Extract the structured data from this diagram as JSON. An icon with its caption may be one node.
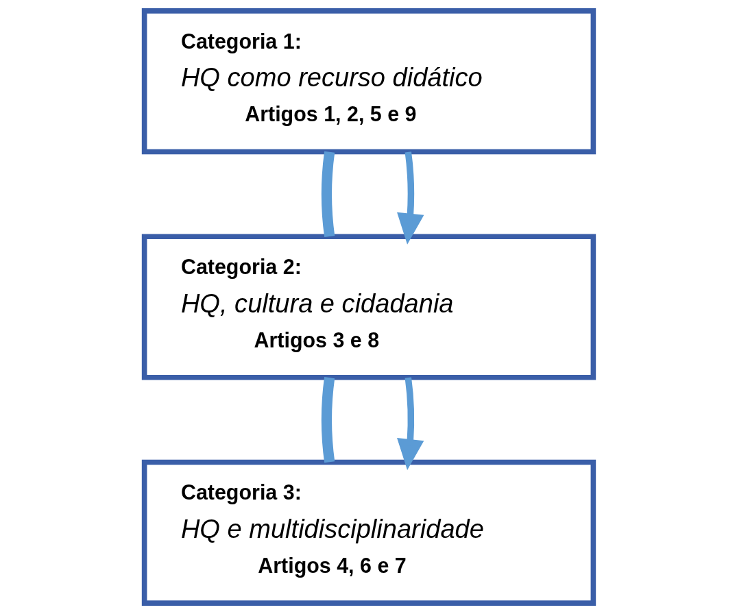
{
  "diagram": {
    "nodes": [
      {
        "text": [
          "Categoria 1:",
          "HQ como recurso didático",
          "Artigos 1, 2, 5 e 9"
        ]
      },
      {
        "text": [
          "Categoria 2:",
          "HQ, cultura e cidadania",
          "Artigos 3 e 8"
        ]
      },
      {
        "text": [
          "Categoria 3:",
          "HQ e multidisciplinaridade",
          "Artigos 4, 6 e 7"
        ]
      }
    ],
    "edges": [
      {
        "from": 0,
        "to": 1,
        "arrow": "none"
      },
      {
        "from": 1,
        "to": 2,
        "arrow": "none"
      },
      {
        "from": 0,
        "to": 1,
        "arrow": "to"
      },
      {
        "from": 1,
        "to": 2,
        "arrow": "to"
      }
    ]
  }
}
